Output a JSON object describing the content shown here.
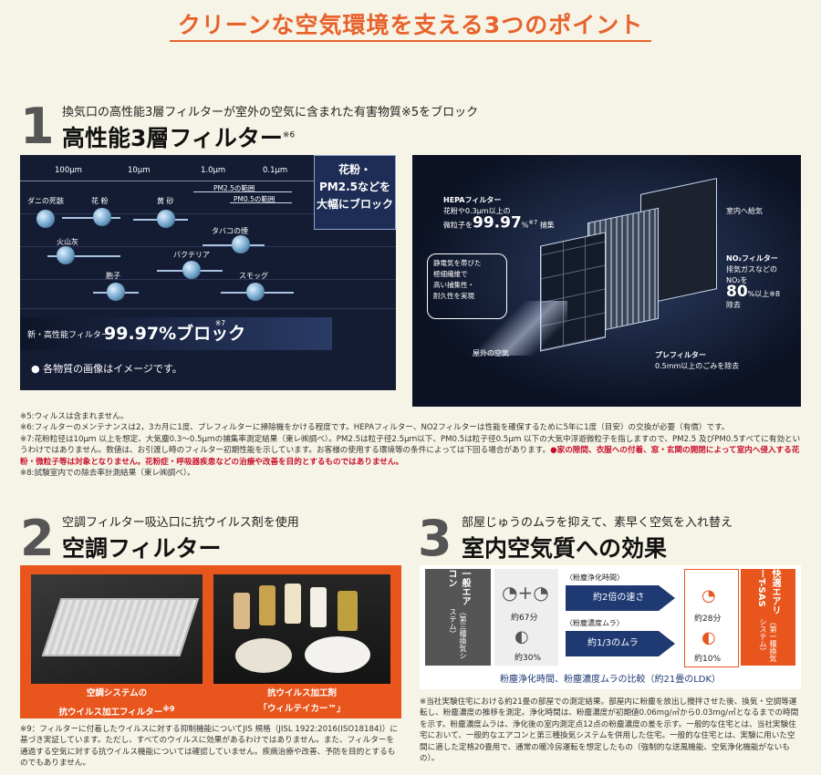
{
  "page_title": "クリーンな空気環境を支える3つのポイント",
  "point1": {
    "number": "1",
    "subline": "換気口の高性能3層フィルターが室外の空気に含まれた有害物質※5をブロック",
    "heading": "高性能3層フィルター",
    "heading_note": "※6",
    "chart": {
      "ticks": [
        "100μm",
        "10μm",
        "1.0μm",
        "0.1μm"
      ],
      "pm25_range": "PM2.5の範囲",
      "pm05_range": "PM0.5の範囲",
      "particles": [
        "ダニの死骸",
        "花 粉",
        "黄 砂",
        "火山灰",
        "タバコの煙",
        "バクテリア",
        "胞子",
        "スモッグ"
      ],
      "callout": [
        "花粉・",
        "PM2.5などを",
        "大幅にブロック"
      ],
      "hepa_label": "新・高性能フィルター",
      "hepa_value": "99.97%ブロック",
      "hepa_note": "※7",
      "image_note": "● 各物質の画像はイメージです。"
    },
    "illustration": {
      "hepa_title": "HEPAフィルター",
      "hepa_desc": "花粉や0.3μm以上の",
      "hepa_desc2": "微粒子を",
      "hepa_value": "99.97",
      "hepa_unit": "%",
      "hepa_note": "※7",
      "hepa_suffix": "捕集",
      "electret": [
        "静電気を帯びた",
        "極細繊維で",
        "高い捕集性・",
        "耐久性を実現"
      ],
      "supply": "室内へ給気",
      "no2_title": "NO₂フィルター",
      "no2_desc": [
        "排気ガスなどの",
        "NO₂を"
      ],
      "no2_value": "80",
      "no2_unit": "%以上",
      "no2_note": "※8",
      "no2_suffix": "除去",
      "outside_air": "屋外の空気",
      "pre_title": "プレフィルター",
      "pre_desc": "0.5mm以上のごみを除去"
    },
    "notes": [
      "※5:ウィルスは含まれません。",
      "※6:フィルターのメンテナンスは2，3カ月に1度、プレフィルターに掃除機をかける程度です。HEPAフィルター、NO2フィルターは性能を確保するために5年に1度（目安）の交換が必要（有償）です。",
      "※7:花粉粒径は10μｍ 以上を想定、大気塵0.3～0.5μｍの捕集率測定結果（東レ㈱調べ）。PM2.5は粒子径2.5μｍ以下、PM0.5は粒子径0.5μｍ 以下の大気中浮遊微粒子を指しますので、PM2.5 及びPM0.5すべてに有効というわけではありません。数値は、お引渡し時のフィルター初期性能を示しています。お客様の使用する環境等の条件によっては下回る場合があります。"
    ],
    "note_red": "●家の隙間、衣服への付着、窓・玄関の開閉によって室内へ侵入する花粉・微粒子等は対象となりません。花粉症・呼吸器疾患などの治療や改善を目的とするものではありません。",
    "note_last": "※8:試験室内での除去率計測結果（東レ㈱調べ）。"
  },
  "point2": {
    "number": "2",
    "subline": "空調フィルター吸込口に抗ウイルス剤を使用",
    "heading": "空調フィルター",
    "caption1": [
      "空調システムの",
      "抗ウイルス加工フィルター"
    ],
    "caption1_note": "※9",
    "caption2": [
      "抗ウイルス加工剤",
      "「ウィルテイカー™」"
    ],
    "note": "※9：フィルターに付着したウイルスに対する抑制機能についてJIS 規格（JISL 1922:2016(ISO18184)）に基づき実証しています。ただし、すべてのウイルスに効果があるわけではありません。また、フィルターを通過する空気に対する抗ウイルス機能については確認していません。疾病治療や改善、予防を目的とするものでもありません。"
  },
  "point3": {
    "number": "3",
    "subline": "部屋じゅうのムラを抑えて、素早く空気を入れ替え",
    "heading": "室内空気質への効果",
    "left_label": [
      "一般エアコン",
      "（第三種換気システム）"
    ],
    "left_time": "約67分",
    "left_mura": "約30%",
    "arrow1_title": "〈粉塵浄化時間〉",
    "arrow1_text": "約2倍の速さ",
    "arrow2_title": "〈粉塵濃度ムラ〉",
    "arrow2_text": "約1/3のムラ",
    "right_time": "約28分",
    "right_mura": "約10%",
    "right_label": [
      "快適エアリーT-SAS",
      "（第一種換気システム）"
    ],
    "caption": "粉塵浄化時間、粉塵濃度ムラの比較（約21畳のLDK）",
    "note": "※当社実験住宅における約21畳の部屋での測定結果。部屋内に粉塵を放出し攪拌させた後、換気・空調等運転し、粉塵濃度の推移を測定。浄化時間は、粉塵濃度が初期値0.06mg/㎥から0.03mg/㎥となるまでの時間を示す。粉塵濃度ムラは、浄化後の室内測定点12点の粉塵濃度の差を示す。一般的な住宅とは、当社実験住宅において、一般的なエアコンと第三種換気システムを併用した住宅。一般的な住宅とは、実験に用いた空間に適した定格20畳用で、通常の暖冷房運転を想定したもの（強制的な送風機能、空気浄化機能がないもの）。"
  }
}
